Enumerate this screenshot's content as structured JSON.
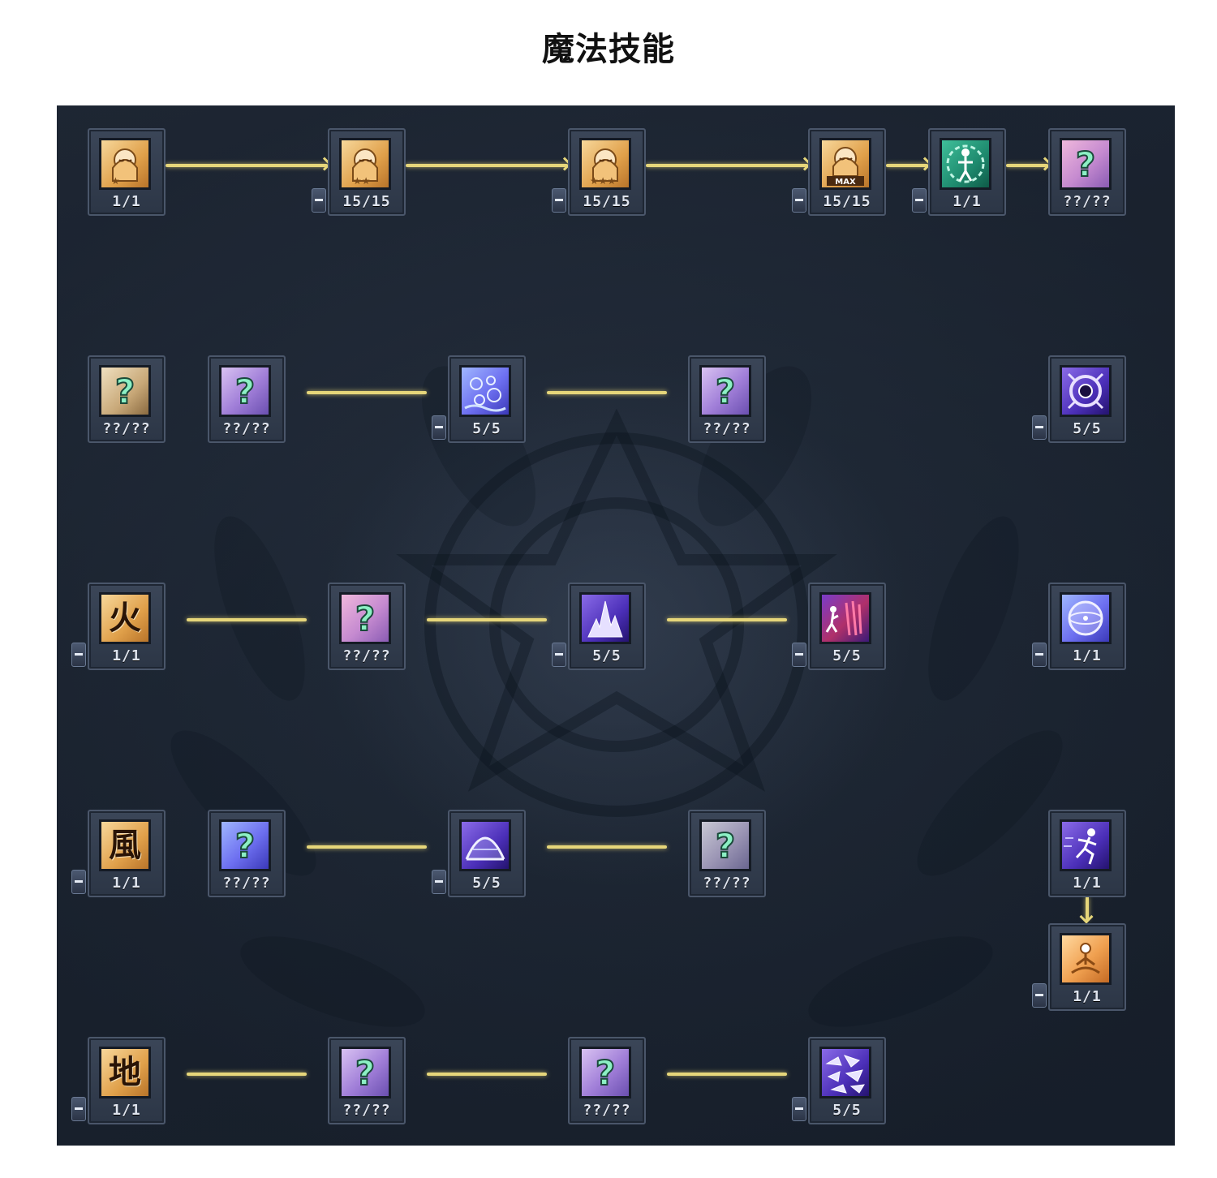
{
  "title": "魔法技能",
  "skills": {
    "r1": [
      {
        "level": "1/1",
        "icon": "face-stars-icon"
      },
      {
        "level": "15/15",
        "icon": "face-stars-icon"
      },
      {
        "level": "15/15",
        "icon": "face-stars-icon"
      },
      {
        "level": "15/15",
        "icon": "face-max-icon",
        "badge": "MAX"
      },
      {
        "level": "1/1",
        "icon": "figure-aura-icon"
      },
      {
        "level": "??/??",
        "icon": "unknown-skill-icon"
      }
    ],
    "r2": [
      {
        "level": "??/??",
        "icon": "unknown-skill-icon"
      },
      {
        "level": "??/??",
        "icon": "unknown-skill-icon"
      },
      {
        "level": "5/5",
        "icon": "bubbles-icon"
      },
      {
        "level": "??/??",
        "icon": "unknown-skill-icon"
      },
      {
        "level": "5/5",
        "icon": "vortex-eye-icon"
      }
    ],
    "r3": [
      {
        "level": "1/1",
        "icon": "fire-kanji-icon",
        "kanji": "火"
      },
      {
        "level": "??/??",
        "icon": "unknown-skill-icon"
      },
      {
        "level": "5/5",
        "icon": "crystal-burst-icon"
      },
      {
        "level": "5/5",
        "icon": "dash-strike-icon"
      },
      {
        "level": "1/1",
        "icon": "orb-shield-icon"
      }
    ],
    "r4": [
      {
        "level": "1/1",
        "icon": "wind-kanji-icon",
        "kanji": "風"
      },
      {
        "level": "??/??",
        "icon": "unknown-skill-icon"
      },
      {
        "level": "5/5",
        "icon": "dome-barrier-icon"
      },
      {
        "level": "??/??",
        "icon": "unknown-skill-icon"
      },
      {
        "level": "1/1",
        "icon": "running-figure-icon"
      },
      {
        "level": "1/1",
        "icon": "meditation-icon"
      }
    ],
    "r5": [
      {
        "level": "1/1",
        "icon": "earth-kanji-icon",
        "kanji": "地"
      },
      {
        "level": "??/??",
        "icon": "unknown-skill-icon"
      },
      {
        "level": "??/??",
        "icon": "unknown-skill-icon"
      },
      {
        "level": "5/5",
        "icon": "rock-shards-icon"
      }
    ]
  }
}
